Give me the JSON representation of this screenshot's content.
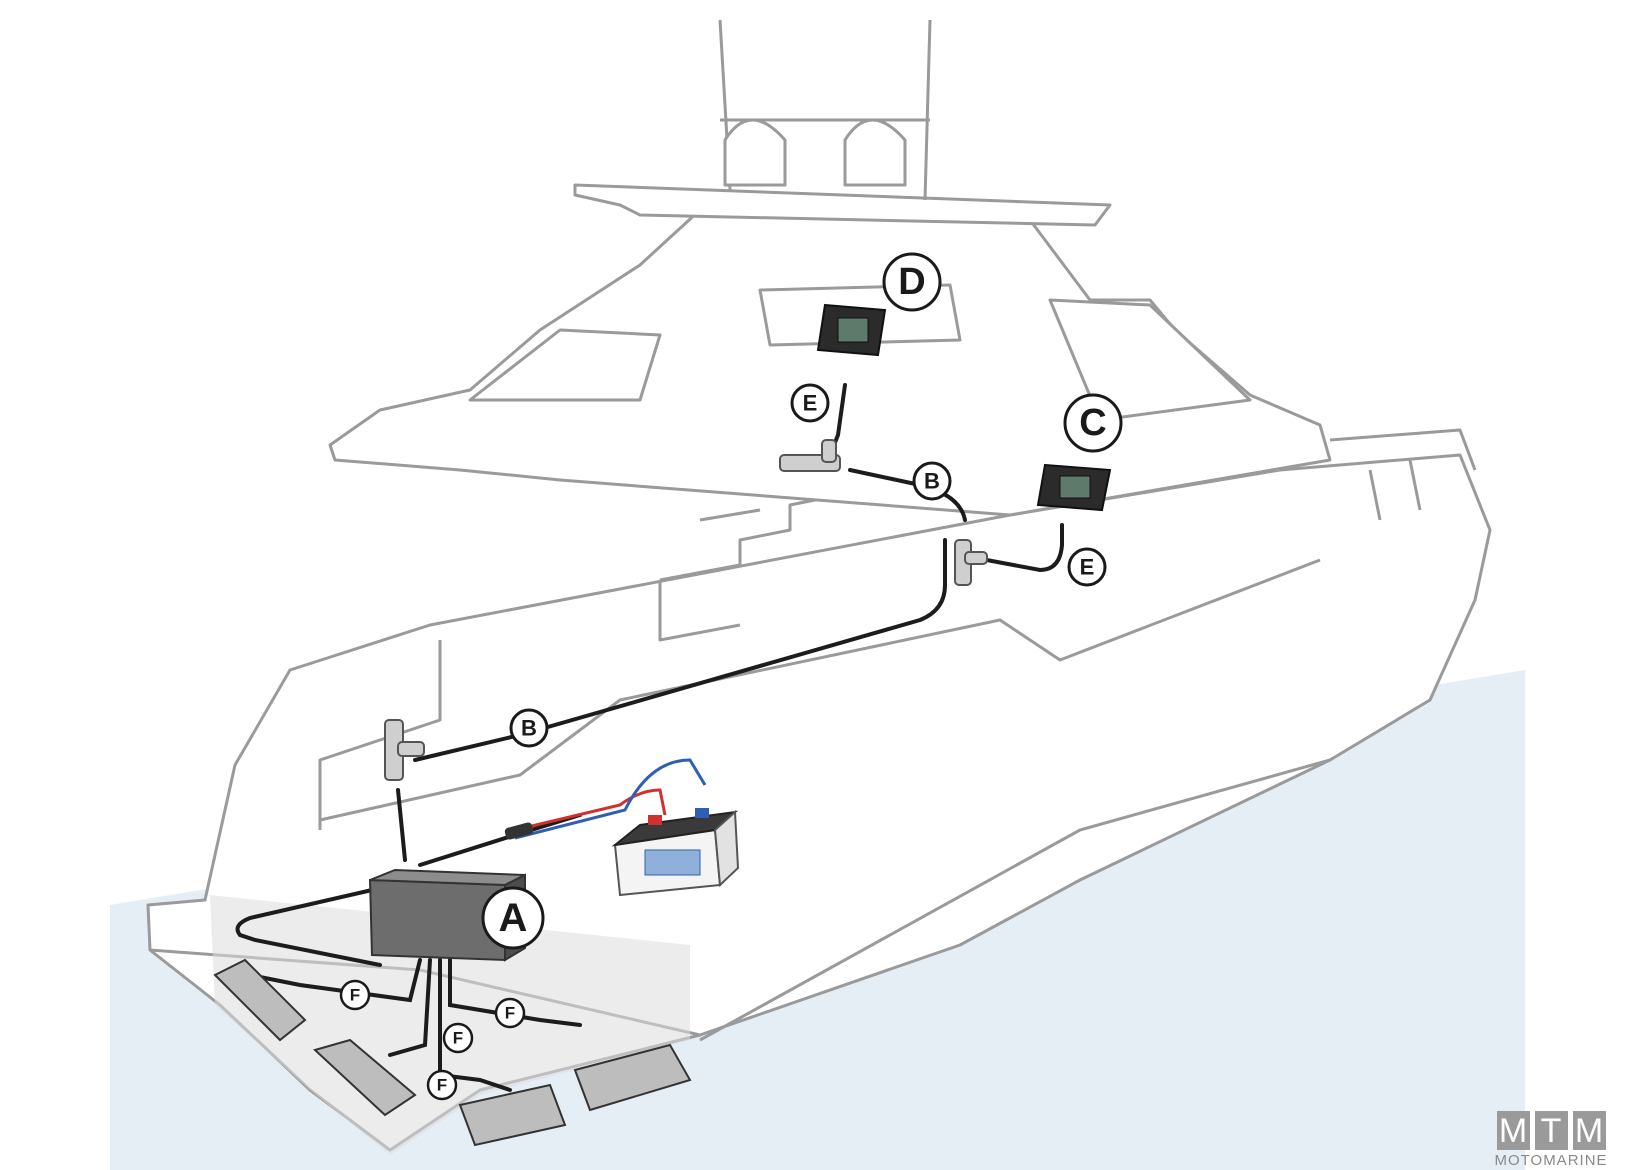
{
  "diagram": {
    "labels": {
      "a": "A",
      "b1": "B",
      "b2": "B",
      "c": "C",
      "d": "D",
      "e1": "E",
      "e2": "E",
      "f1": "F",
      "f2": "F",
      "f3": "F",
      "f4": "F"
    },
    "colors": {
      "hull_outline": "#9a9a9a",
      "cable": "#1c1c1c",
      "water": "#e3ecf3",
      "battery_red": "#d0312d",
      "battery_blue": "#2f5fb3"
    }
  },
  "watermark": {
    "letters": [
      "M",
      "T",
      "M"
    ],
    "name": "MOTOMARINE"
  }
}
